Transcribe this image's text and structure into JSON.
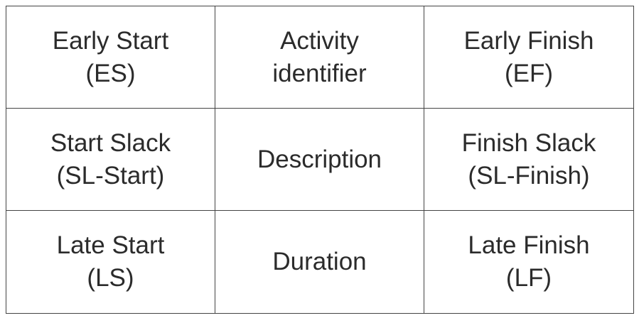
{
  "table": {
    "rows": [
      {
        "left": {
          "line1": "Early Start",
          "line2": "(ES)"
        },
        "center": {
          "line1": "Activity",
          "line2": "identifier"
        },
        "right": {
          "line1": "Early Finish",
          "line2": "(EF)"
        }
      },
      {
        "left": {
          "line1": "Start Slack",
          "line2": "(SL-Start)"
        },
        "center": {
          "line1": "Description",
          "line2": ""
        },
        "right": {
          "line1": "Finish Slack",
          "line2": "(SL-Finish)"
        }
      },
      {
        "left": {
          "line1": "Late Start",
          "line2": "(LS)"
        },
        "center": {
          "line1": "Duration",
          "line2": ""
        },
        "right": {
          "line1": "Late Finish",
          "line2": "(LF)"
        }
      }
    ]
  },
  "colors": {
    "border": "#444444",
    "text": "#2b2b2b",
    "background": "#ffffff"
  }
}
